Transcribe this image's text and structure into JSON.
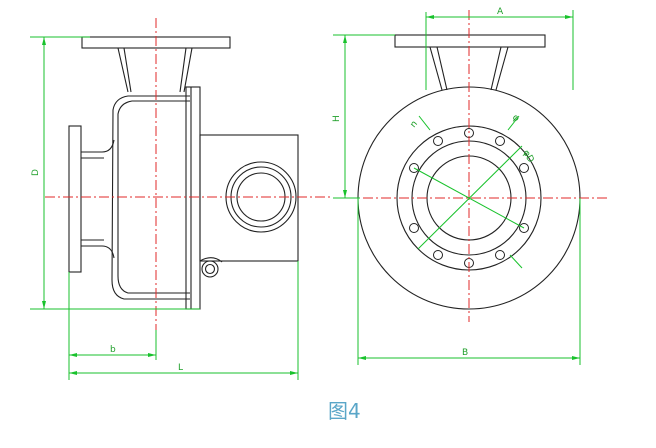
{
  "figure": {
    "caption": "图4",
    "colors": {
      "outline": "#222222",
      "dimension": "#19c22c",
      "centerline": "#e02a2a",
      "caption": "#5aa6c8"
    }
  },
  "side_view": {
    "dims": {
      "height": "D",
      "half_length": "b",
      "length": "L"
    }
  },
  "front_view": {
    "dims": {
      "top_width": "A",
      "upper_height": "H",
      "outer_width": "B",
      "bolt_a": "n",
      "bolt_b": "φ",
      "bolt_c": "φD"
    }
  }
}
